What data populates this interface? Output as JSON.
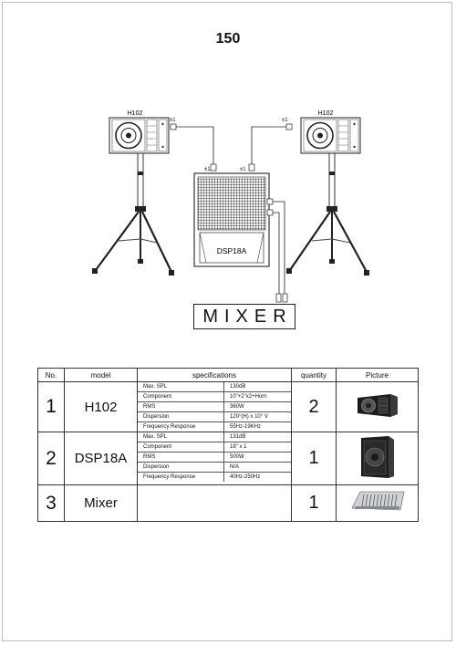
{
  "page": {
    "title": "150"
  },
  "diagram": {
    "left_speaker_label": "H102",
    "right_speaker_label": "H102",
    "sub_label": "DSP18A",
    "mixer_label": "MIXER",
    "connector_marks": [
      "±1",
      "±1",
      "±1",
      "±1"
    ]
  },
  "table": {
    "headers": {
      "no": "No.",
      "model": "model",
      "specifications": "specifications",
      "quantity": "quantity",
      "picture": "Picture"
    },
    "rows": [
      {
        "no": "1",
        "model": "H102",
        "quantity": "2",
        "picture_icon": "line-array-speaker-photo",
        "specs": [
          {
            "label": "Max. SPL",
            "value": "130dB"
          },
          {
            "label": "Component",
            "value": "10\"+2\"x2+Horn"
          },
          {
            "label": "RMS",
            "value": "360W"
          },
          {
            "label": "Dispersion",
            "value": "120°(H) x 10° V"
          },
          {
            "label": "Frequency Response",
            "value": "55Hz-19KHz"
          }
        ]
      },
      {
        "no": "2",
        "model": "DSP18A",
        "quantity": "1",
        "picture_icon": "subwoofer-photo",
        "specs": [
          {
            "label": "Max. SPL",
            "value": "131dB"
          },
          {
            "label": "Component",
            "value": "18\" x 1"
          },
          {
            "label": "RMS",
            "value": "500W"
          },
          {
            "label": "Dispersion",
            "value": "N/A"
          },
          {
            "label": "Frequency Response",
            "value": "40Hz-250Hz"
          }
        ]
      },
      {
        "no": "3",
        "model": "Mixer",
        "quantity": "1",
        "picture_icon": "mixer-console-photo"
      }
    ]
  }
}
